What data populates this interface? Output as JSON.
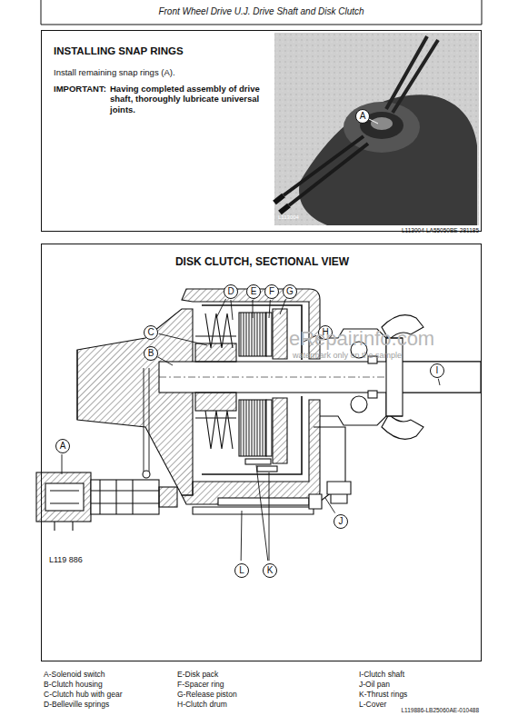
{
  "diagram": {
    "title": "Front Wheel Drive U.J. Drive Shaft and Disk Clutch",
    "nodes": [
      {
        "text": [
          "INSTALLING SNAP RINGS",
          "Install remaining snap rings (A).",
          "IMPORTANT:",
          "Having completed assembly of drive shaft, thoroughly lubricate universal joints."
        ]
      },
      {
        "text": [
          "DISK CLUTCH, SECTIONAL VIEW"
        ]
      },
      {
        "text": [
          "A"
        ],
        "in": 0
      },
      {
        "text": [
          "D"
        ],
        "in": 1
      },
      {
        "text": [
          "E"
        ],
        "in": 1
      },
      {
        "text": [
          "F"
        ],
        "in": 1
      },
      {
        "text": [
          "G"
        ],
        "in": 1
      },
      {
        "text": [
          "C"
        ],
        "in": 1
      },
      {
        "text": [
          "H"
        ],
        "in": 1
      },
      {
        "text": [
          "B"
        ],
        "in": 1
      },
      {
        "text": [
          "I"
        ],
        "in": 1
      },
      {
        "text": [
          "A"
        ],
        "in": 1
      },
      {
        "text": [
          "J"
        ],
        "in": 1
      },
      {
        "text": [
          "L"
        ],
        "in": 1
      },
      {
        "text": [
          "K"
        ],
        "in": 1
      }
    ],
    "labels": [
      "L113004",
      "L113004-LA55050BE-281185",
      "eRepairinfo.com",
      "watermark only on the sample",
      "L119 886",
      "A-Solenoid switch",
      "B-Clutch housing",
      "C-Clutch hub with gear",
      "D-Belleville springs",
      "E-Disk pack",
      "F-Spacer ring",
      "G-Release piston",
      "H-Clutch drum",
      "I-Clutch shaft",
      "J-Oil pan",
      "K-Thrust rings",
      "L-Cover",
      "L119886-LB25060AE-010488"
    ]
  }
}
